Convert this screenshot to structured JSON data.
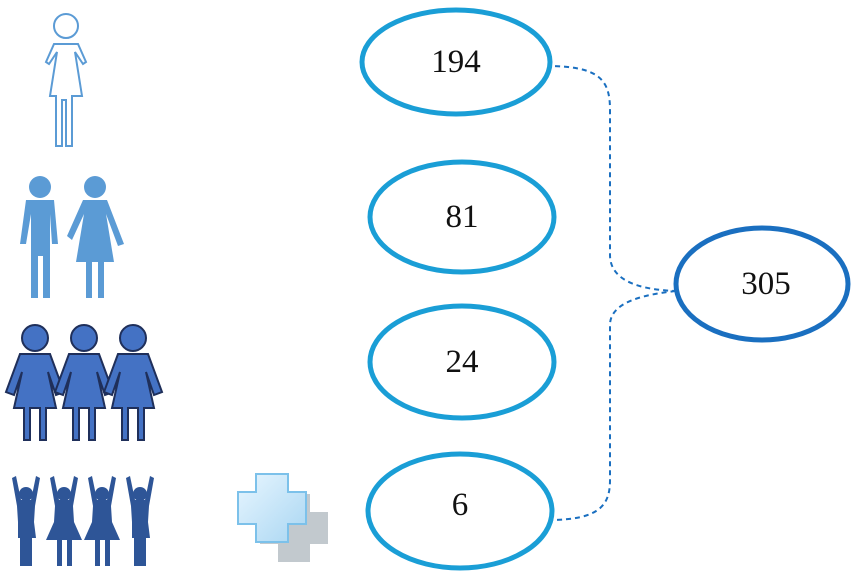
{
  "groups": [
    {
      "id": "woman",
      "icon": "single-woman-icon",
      "value": "194"
    },
    {
      "id": "couple",
      "icon": "couple-icon",
      "value": "81"
    },
    {
      "id": "women-group",
      "icon": "three-women-icon",
      "value": "24"
    },
    {
      "id": "cheering-group",
      "icon": "four-people-cheering-icon",
      "value": "6",
      "extra_icon": "medical-cross-icon"
    }
  ],
  "total": {
    "value": "305"
  },
  "colors": {
    "ellipse_stroke": "#1a9ed6",
    "total_stroke": "#1a6fc0",
    "connector": "#1a6fc0",
    "woman_outline": "#5b9bd5",
    "couple_fill": "#5b9bd5",
    "women_fill": "#4472c4",
    "cheer_fill": "#2e5597",
    "cross_fill": "#c9e8fa"
  }
}
